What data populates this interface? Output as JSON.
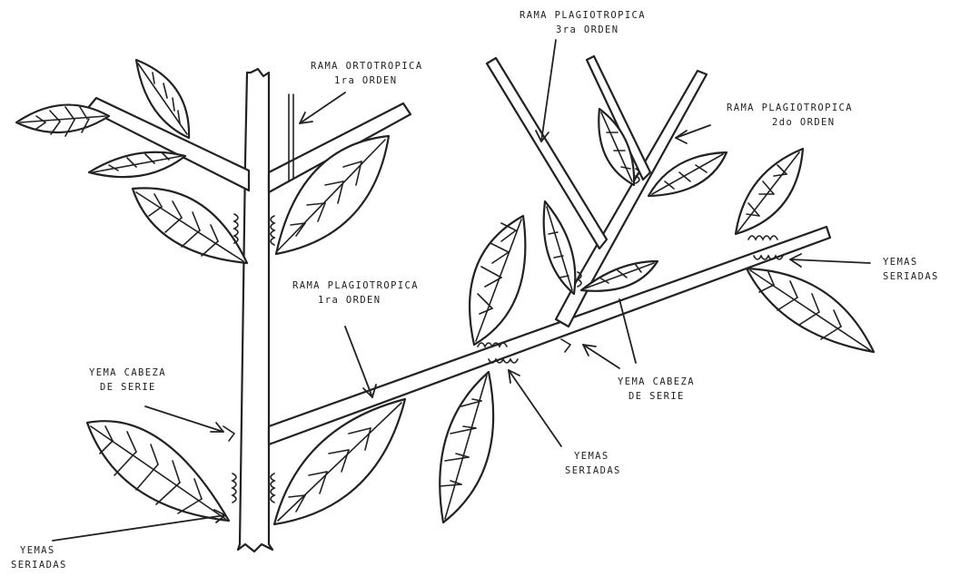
{
  "labels": {
    "rama_orto": [
      "RAMA ORTOTROPICA",
      "1ra ORDEN"
    ],
    "rama_plagio_3": [
      "RAMA PLAGIOTROPICA",
      "3ra ORDEN"
    ],
    "rama_plagio_2": [
      "RAMA PLAGIOTROPICA",
      "2do ORDEN"
    ],
    "rama_plagio_1": [
      "RAMA PLAGIOTROPICA",
      "1ra ORDEN"
    ],
    "yemas_seriadas_right": [
      "YEMAS",
      "SERIADAS"
    ],
    "yema_cabeza_left": [
      "YEMA CABEZA",
      "DE SERIE"
    ],
    "yema_cabeza_right": [
      "YEMA CABEZA",
      "DE SERIE"
    ],
    "yemas_seriadas_mid": [
      "YEMAS",
      "SERIADAS"
    ],
    "yemas_seriadas_bottom": [
      "YEMAS",
      "SERIADAS"
    ]
  }
}
